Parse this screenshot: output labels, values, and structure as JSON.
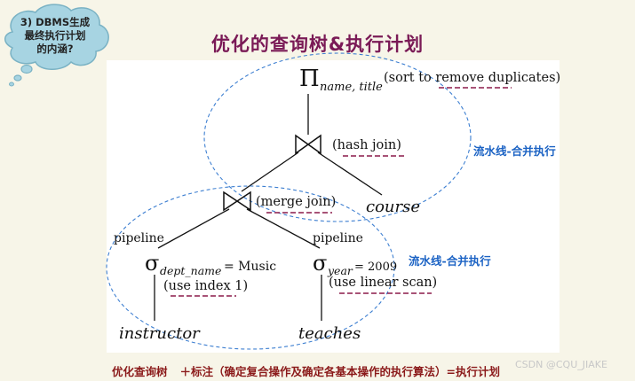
{
  "bubble": {
    "lines": [
      "3) DBMS生成",
      "最终执行计划",
      "的内涵?"
    ]
  },
  "title": "优化的查询树&执行计划",
  "tree": {
    "root": {
      "symbol": "Π",
      "subscript": "name, title",
      "annotation": "(sort to remove duplicates)"
    },
    "hash_join": {
      "annotation": "(hash join)"
    },
    "merge_join": {
      "annotation": "(merge join)"
    },
    "course": "course",
    "pipeline_left": "pipeline",
    "pipeline_right": "pipeline",
    "select_left": {
      "symbol": "σ",
      "subscript": "dept_name",
      "condition": " = Music",
      "annotation": "(use index 1)"
    },
    "select_right": {
      "symbol": "σ",
      "subscript": "year",
      "condition": " = 2009",
      "annotation": "(use linear scan)"
    },
    "instructor": "instructor",
    "teaches": "teaches"
  },
  "pipeline_labels": [
    "流水线-合并执行",
    "流水线-合并执行"
  ],
  "footer": {
    "part1": "优化查询树",
    "part2": "＋标注（确定复合操作及确定各基本操作的执行算法）=执行计划"
  },
  "watermark": "CSDN @CQU_JIAKE",
  "colors": {
    "title": "#7a1a56",
    "pipeline_label": "#1c63c4",
    "footer": "#8b1a1a",
    "annotation_underline": "#8b1a4a",
    "ellipse": "#3d7fd1"
  }
}
